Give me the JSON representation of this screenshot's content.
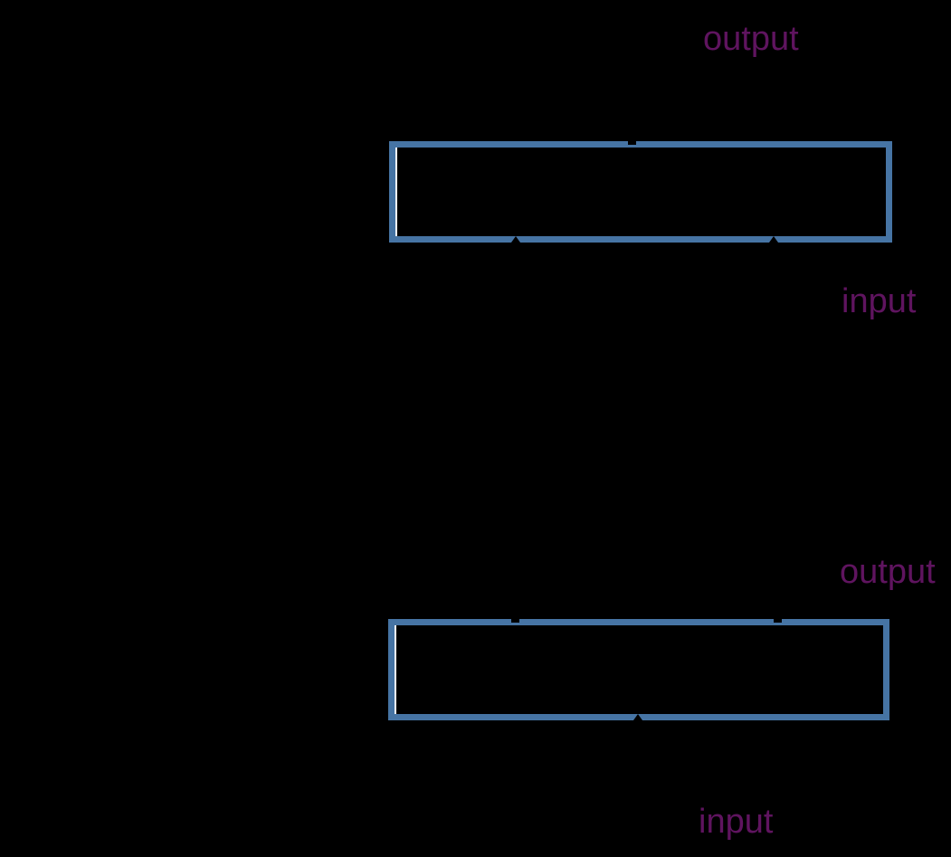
{
  "figure": {
    "background": "#000000",
    "box_border_color": "#4674A4",
    "box_highlight_color": "#FFFFFF",
    "label_color": "#5F145F",
    "panels": [
      {
        "name": "top-network",
        "output_label": "output",
        "input_label": "input"
      },
      {
        "name": "bottom-network",
        "output_label": "output",
        "input_label": "input"
      }
    ]
  }
}
